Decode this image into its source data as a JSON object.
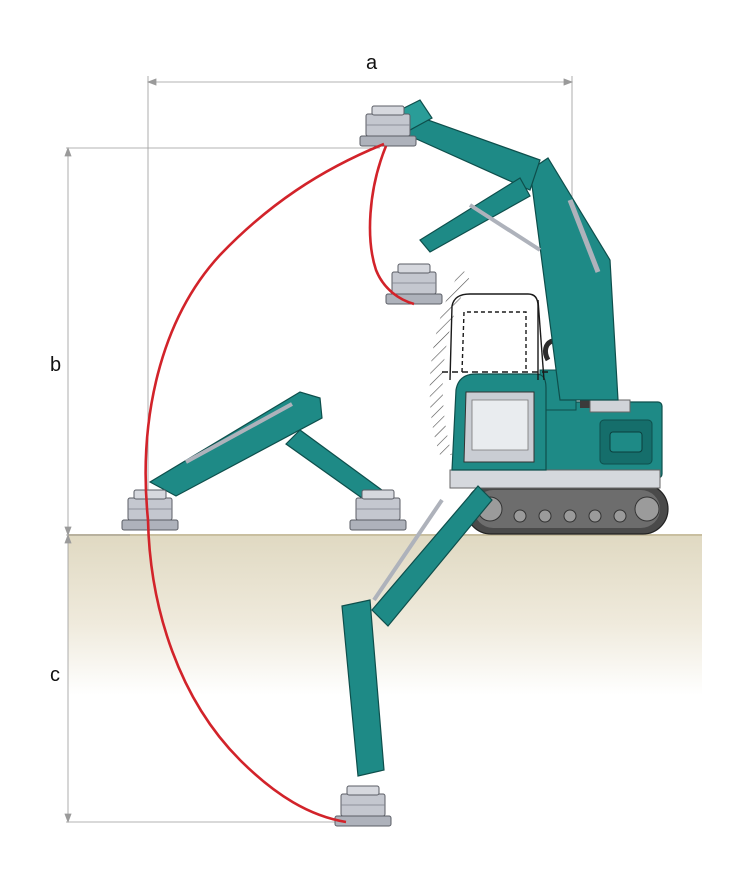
{
  "dimensions": {
    "reach_label": "a",
    "height_label": "b",
    "depth_label": "c"
  },
  "colors": {
    "machine_teal": "#1e8a86",
    "machine_teal_dark": "#10625f",
    "attachment_grey": "#b9bcc4",
    "track_dark": "#3d3d3d",
    "working_range_red": "#d2232a",
    "ground_top": "#e2dcc6",
    "ground_bottom": "#ffffff",
    "dimension_line": "#9a9a9a"
  },
  "icons": [
    "excavator-icon",
    "attachment-head-icon",
    "crawler-track-icon",
    "cab-icon"
  ]
}
